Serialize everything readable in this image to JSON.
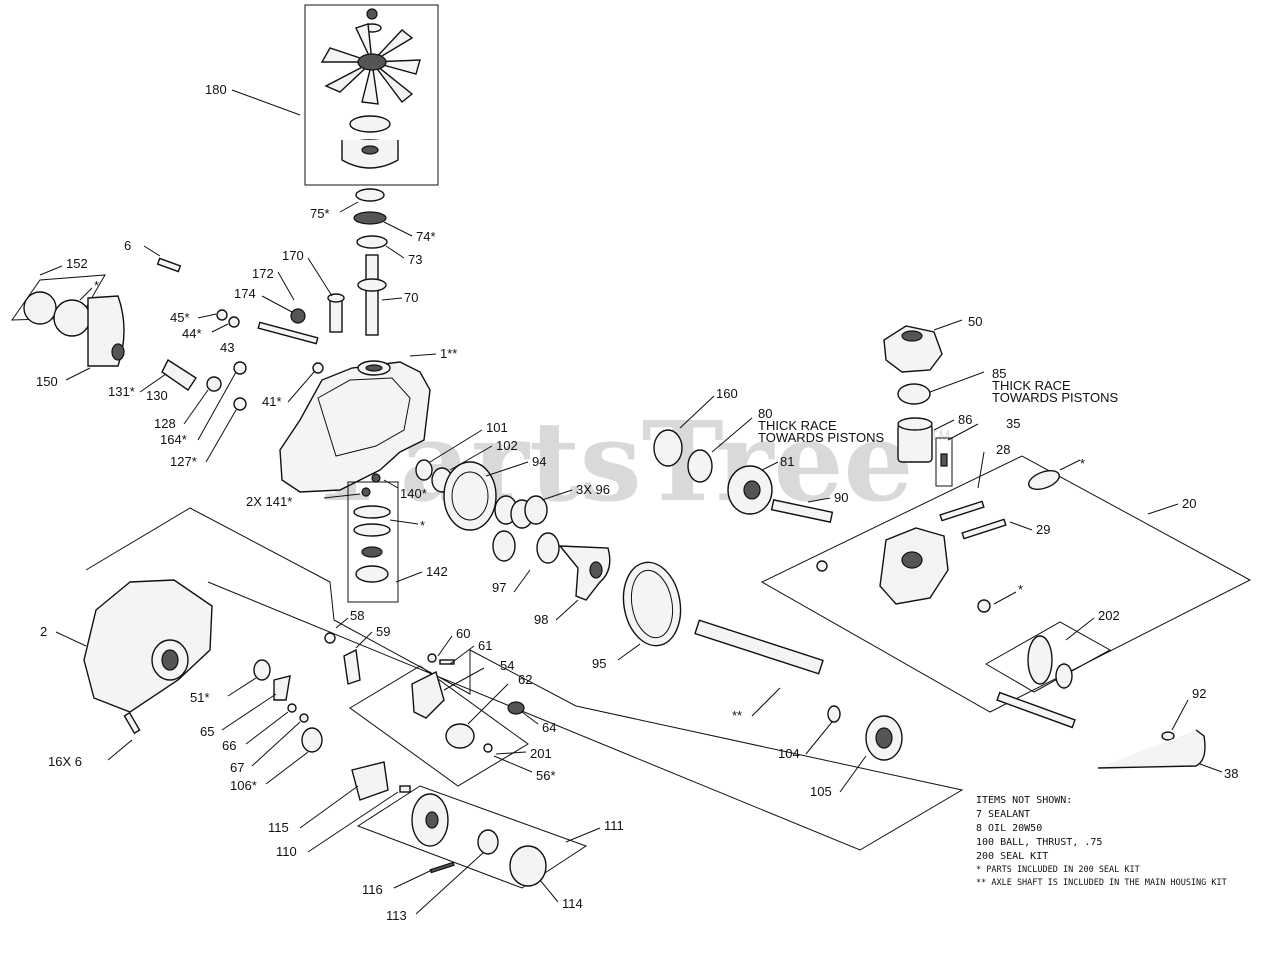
{
  "watermark": "PartsTree",
  "watermark_tm": "TM",
  "labels": {
    "l180": "180",
    "l75": "75*",
    "l74": "74*",
    "l73": "73",
    "l70": "70",
    "l6": "6",
    "l152": "152",
    "lstar1": "*",
    "l170": "170",
    "l172": "172",
    "l174": "174",
    "l45": "45*",
    "l44": "44*",
    "l43": "43",
    "l1": "1**",
    "l150": "150",
    "l131": "131*",
    "l130": "130",
    "l128": "128",
    "l164": "164*",
    "l127": "127*",
    "l41": "41*",
    "l101": "101",
    "l102": "102",
    "l94": "94",
    "l96": "3X 96",
    "l140": "140*",
    "l141": "2X 141*",
    "lstar2": "*",
    "l142": "142",
    "l97": "97",
    "l98": "98",
    "l160": "160",
    "l80": "80",
    "l80t1": "THICK RACE",
    "l80t2": "TOWARDS PISTONS",
    "l81": "81",
    "l90": "90",
    "l50": "50",
    "l85": "85",
    "l85t1": "THICK RACE",
    "l85t2": "TOWARDS PISTONS",
    "l86": "86",
    "l35": "35",
    "l28": "28",
    "lstar3": "*",
    "l20": "20",
    "l29": "29",
    "lstar4": "*",
    "l202": "202",
    "l92": "92",
    "l38": "38",
    "l2": "2",
    "l58": "58",
    "l59": "59",
    "l60": "60",
    "l61": "61",
    "l54": "54",
    "l62": "62",
    "l64": "64",
    "l51": "51*",
    "l65": "65",
    "l66": "66",
    "l67": "67",
    "l106": "106*",
    "l201": "201",
    "l56": "56*",
    "l16x6": "16X 6",
    "l115": "115",
    "l110": "110",
    "l111": "111",
    "l116": "116",
    "l113": "113",
    "l114": "114",
    "l95": "95",
    "lstar5": "**",
    "l104": "104",
    "l105": "105"
  },
  "notes": {
    "title": "ITEMS NOT SHOWN:",
    "lines": [
      "7    SEALANT",
      "8    OIL 20W50",
      "100 BALL, THRUST, .75",
      "200 SEAL KIT",
      "* PARTS INCLUDED IN 200 SEAL KIT",
      "** AXLE SHAFT IS INCLUDED IN THE MAIN HOUSING KIT"
    ]
  }
}
